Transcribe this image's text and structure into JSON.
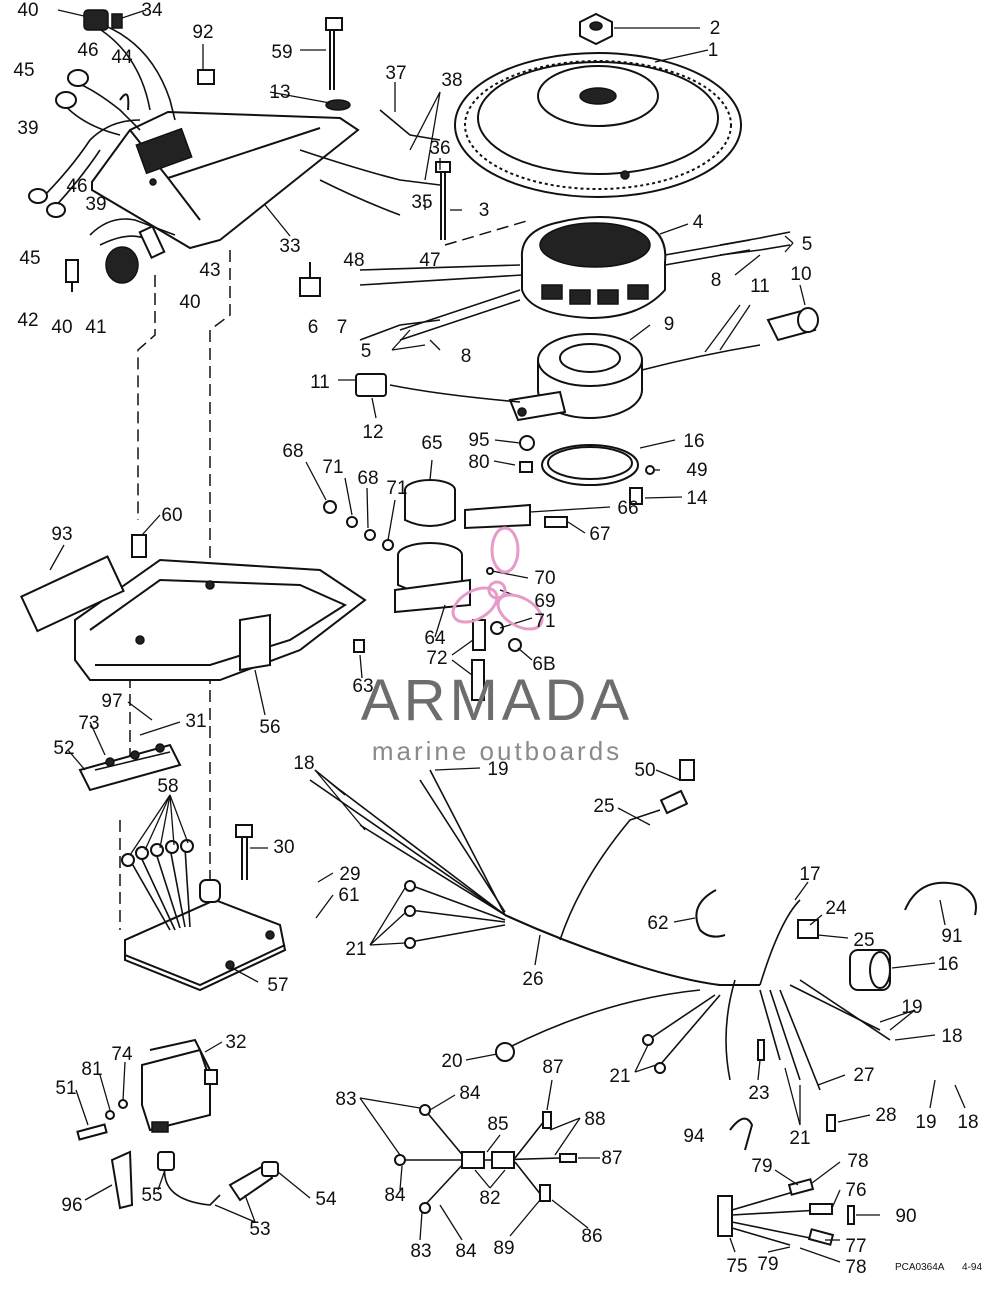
{
  "watermark": {
    "brand": "ARMADA",
    "tagline": "marine outboards",
    "accent_color": "#e79bc9",
    "text_color": "#6d6d6d"
  },
  "drawing_code": "PCA0364A",
  "drawing_date": "4-94",
  "callouts": [
    {
      "id": "c40a",
      "label": "40"
    },
    {
      "id": "c34",
      "label": "34"
    },
    {
      "id": "c92",
      "label": "92"
    },
    {
      "id": "c59",
      "label": "59"
    },
    {
      "id": "c2",
      "label": "2"
    },
    {
      "id": "c1",
      "label": "1"
    },
    {
      "id": "c46a",
      "label": "46"
    },
    {
      "id": "c44",
      "label": "44"
    },
    {
      "id": "c45a",
      "label": "45"
    },
    {
      "id": "c13",
      "label": "13"
    },
    {
      "id": "c37",
      "label": "37"
    },
    {
      "id": "c38",
      "label": "38"
    },
    {
      "id": "c39a",
      "label": "39"
    },
    {
      "id": "c36",
      "label": "36"
    },
    {
      "id": "c46b",
      "label": "46"
    },
    {
      "id": "c39b",
      "label": "39"
    },
    {
      "id": "c35",
      "label": "35"
    },
    {
      "id": "c3",
      "label": "3"
    },
    {
      "id": "c45b",
      "label": "45"
    },
    {
      "id": "c33",
      "label": "33"
    },
    {
      "id": "c4",
      "label": "4"
    },
    {
      "id": "c48",
      "label": "48"
    },
    {
      "id": "c47",
      "label": "47"
    },
    {
      "id": "c43",
      "label": "43"
    },
    {
      "id": "c5a",
      "label": "5"
    },
    {
      "id": "c8a",
      "label": "8"
    },
    {
      "id": "c10",
      "label": "10"
    },
    {
      "id": "c11a",
      "label": "11"
    },
    {
      "id": "c42",
      "label": "42"
    },
    {
      "id": "c40b",
      "label": "40"
    },
    {
      "id": "c41",
      "label": "41"
    },
    {
      "id": "c40c",
      "label": "40"
    },
    {
      "id": "c6",
      "label": "6"
    },
    {
      "id": "c7",
      "label": "7"
    },
    {
      "id": "c9",
      "label": "9"
    },
    {
      "id": "c5b",
      "label": "5"
    },
    {
      "id": "c8b",
      "label": "8"
    },
    {
      "id": "c11b",
      "label": "11"
    },
    {
      "id": "c12",
      "label": "12"
    },
    {
      "id": "c95",
      "label": "95"
    },
    {
      "id": "c65",
      "label": "65"
    },
    {
      "id": "c16a",
      "label": "16"
    },
    {
      "id": "c68a",
      "label": "68"
    },
    {
      "id": "c80",
      "label": "80"
    },
    {
      "id": "c49",
      "label": "49"
    },
    {
      "id": "c71a",
      "label": "71"
    },
    {
      "id": "c68b",
      "label": "68"
    },
    {
      "id": "c71b",
      "label": "71"
    },
    {
      "id": "c14",
      "label": "14"
    },
    {
      "id": "c66",
      "label": "66"
    },
    {
      "id": "c60",
      "label": "60"
    },
    {
      "id": "c67",
      "label": "67"
    },
    {
      "id": "c93",
      "label": "93"
    },
    {
      "id": "c70",
      "label": "70"
    },
    {
      "id": "c69",
      "label": "69"
    },
    {
      "id": "c71c",
      "label": "71"
    },
    {
      "id": "c64",
      "label": "64"
    },
    {
      "id": "c72",
      "label": "72"
    },
    {
      "id": "c68c",
      "label": "6B"
    },
    {
      "id": "c63",
      "label": "63"
    },
    {
      "id": "c97",
      "label": "97"
    },
    {
      "id": "c56",
      "label": "56"
    },
    {
      "id": "c73",
      "label": "73"
    },
    {
      "id": "c31",
      "label": "31"
    },
    {
      "id": "c52",
      "label": "52"
    },
    {
      "id": "c18a",
      "label": "18"
    },
    {
      "id": "c19a",
      "label": "19"
    },
    {
      "id": "c50",
      "label": "50"
    },
    {
      "id": "c58",
      "label": "58"
    },
    {
      "id": "c25a",
      "label": "25"
    },
    {
      "id": "c30",
      "label": "30"
    },
    {
      "id": "c17",
      "label": "17"
    },
    {
      "id": "c29",
      "label": "29"
    },
    {
      "id": "c61",
      "label": "61"
    },
    {
      "id": "c62",
      "label": "62"
    },
    {
      "id": "c24",
      "label": "24"
    },
    {
      "id": "c91",
      "label": "91"
    },
    {
      "id": "c25b",
      "label": "25"
    },
    {
      "id": "c21a",
      "label": "21"
    },
    {
      "id": "c26",
      "label": "26"
    },
    {
      "id": "c16b",
      "label": "16"
    },
    {
      "id": "c57",
      "label": "57"
    },
    {
      "id": "c19b",
      "label": "19"
    },
    {
      "id": "c18b",
      "label": "18"
    },
    {
      "id": "c32",
      "label": "32"
    },
    {
      "id": "c20",
      "label": "20"
    },
    {
      "id": "c74",
      "label": "74"
    },
    {
      "id": "c81",
      "label": "81"
    },
    {
      "id": "c21b",
      "label": "21"
    },
    {
      "id": "c87a",
      "label": "87"
    },
    {
      "id": "c27",
      "label": "27"
    },
    {
      "id": "c51",
      "label": "51"
    },
    {
      "id": "c83a",
      "label": "83"
    },
    {
      "id": "c84a",
      "label": "84"
    },
    {
      "id": "c23",
      "label": "23"
    },
    {
      "id": "c88",
      "label": "88"
    },
    {
      "id": "c28",
      "label": "28"
    },
    {
      "id": "c19c",
      "label": "19"
    },
    {
      "id": "c18c",
      "label": "18"
    },
    {
      "id": "c85",
      "label": "85"
    },
    {
      "id": "c94",
      "label": "94"
    },
    {
      "id": "c21c",
      "label": "21"
    },
    {
      "id": "c87b",
      "label": "87"
    },
    {
      "id": "c78a",
      "label": "78"
    },
    {
      "id": "c79a",
      "label": "79"
    },
    {
      "id": "c96",
      "label": "96"
    },
    {
      "id": "c55",
      "label": "55"
    },
    {
      "id": "c84b",
      "label": "84"
    },
    {
      "id": "c82",
      "label": "82"
    },
    {
      "id": "c54",
      "label": "54"
    },
    {
      "id": "c76",
      "label": "76"
    },
    {
      "id": "c90",
      "label": "90"
    },
    {
      "id": "c53",
      "label": "53"
    },
    {
      "id": "c83b",
      "label": "83"
    },
    {
      "id": "c84c",
      "label": "84"
    },
    {
      "id": "c89",
      "label": "89"
    },
    {
      "id": "c86",
      "label": "86"
    },
    {
      "id": "c77",
      "label": "77"
    },
    {
      "id": "c75",
      "label": "75"
    },
    {
      "id": "c79b",
      "label": "79"
    },
    {
      "id": "c78b",
      "label": "78"
    }
  ]
}
